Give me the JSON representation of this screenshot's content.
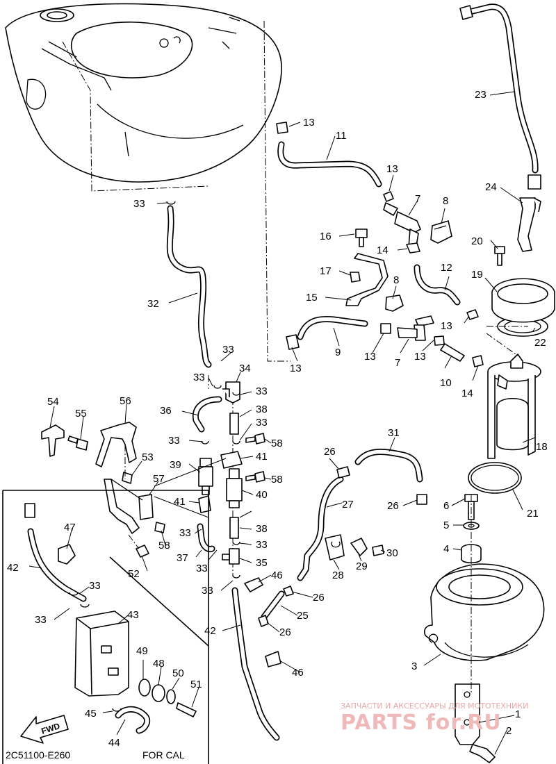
{
  "diagram": {
    "callouts": [
      "1",
      "2",
      "3",
      "4",
      "5",
      "6",
      "7",
      "8",
      "9",
      "10",
      "11",
      "12",
      "13",
      "14",
      "15",
      "16",
      "17",
      "18",
      "19",
      "20",
      "21",
      "22",
      "23",
      "24",
      "25",
      "26",
      "27",
      "28",
      "29",
      "30",
      "31",
      "32",
      "33",
      "34",
      "35",
      "36",
      "37",
      "38",
      "39",
      "40",
      "41",
      "42",
      "43",
      "44",
      "45",
      "46",
      "47",
      "48",
      "49",
      "50",
      "51",
      "52",
      "53",
      "54",
      "55",
      "56",
      "57",
      "58"
    ],
    "inset_label": "FOR CAL",
    "fwd_label": "FWD",
    "drawing_code": "2C51100-E260",
    "watermark_text": "ЗАПЧАСТИ И АКСЕССУАРЫ ДЛЯ МОТОТЕХНИКИ",
    "watermark_logo": "PARTS for.RU"
  }
}
